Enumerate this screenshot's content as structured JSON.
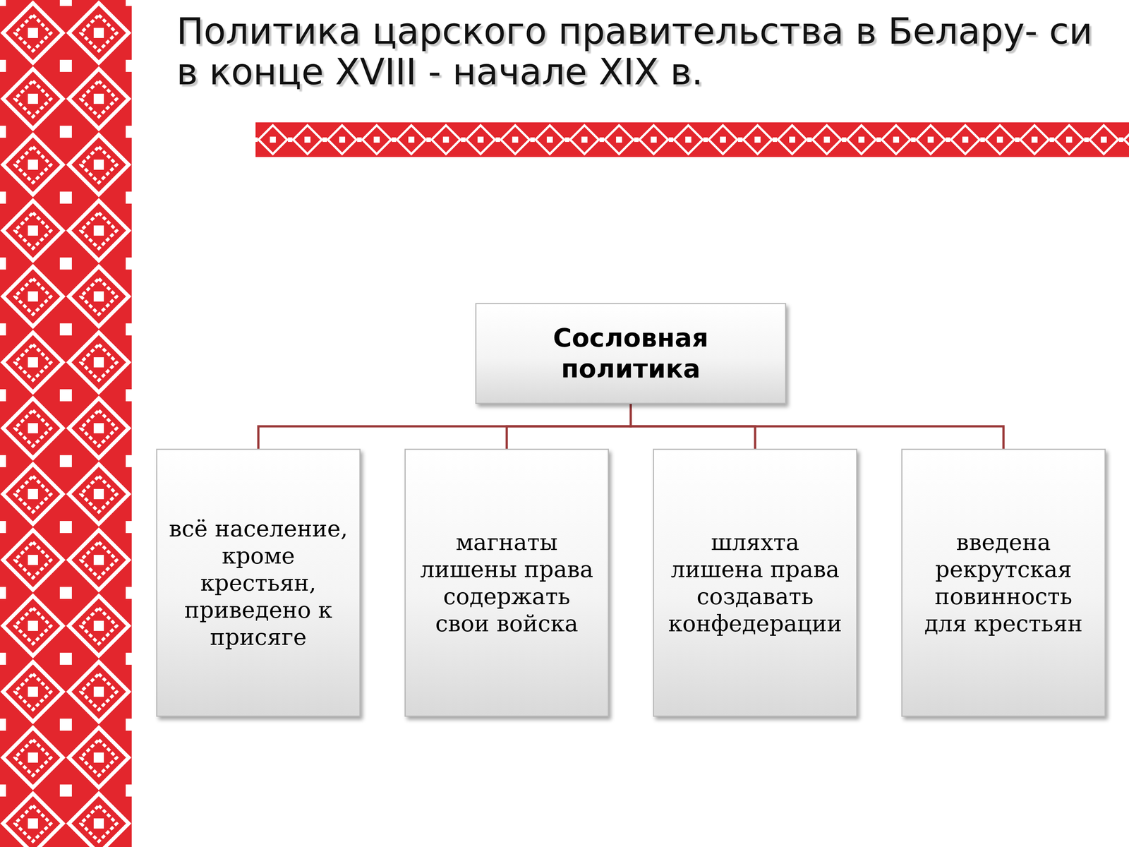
{
  "diagram": {
    "title": "Политика царского правительства в Белару- си в конце XVIII - начале XIX в.",
    "nodes": [
      {
        "text": [
          "Сословная политика"
        ]
      },
      {
        "text": [
          "всё население, кроме крестьян, приведено к присяге"
        ]
      },
      {
        "text": [
          "магнаты лишены права содержать свои войска"
        ]
      },
      {
        "text": [
          "шляхта лишена права создавать конфедерации"
        ]
      },
      {
        "text": [
          "введена рекрутская повинность для крестьян"
        ]
      }
    ],
    "edges": [
      {
        "from": 0,
        "to": 1,
        "arrow": "none"
      },
      {
        "from": 0,
        "to": 2,
        "arrow": "none"
      },
      {
        "from": 0,
        "to": 3,
        "arrow": "none"
      },
      {
        "from": 0,
        "to": 4,
        "arrow": "none"
      }
    ]
  }
}
